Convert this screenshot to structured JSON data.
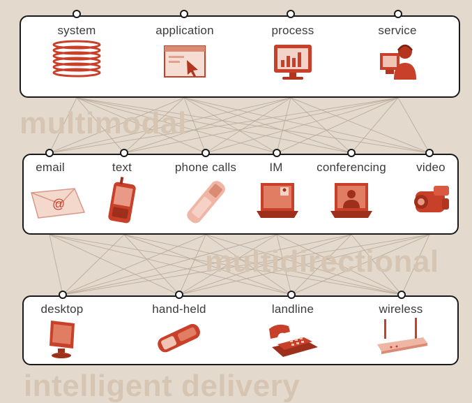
{
  "watermarks": {
    "top": "multimodal",
    "middle": "multidirectional",
    "bottom": "intelligent delivery"
  },
  "rows": {
    "top": [
      "system",
      "application",
      "process",
      "service"
    ],
    "middle": [
      "email",
      "text",
      "phone calls",
      "IM",
      "conferencing",
      "video"
    ],
    "bottom": [
      "desktop",
      "hand-held",
      "landline",
      "wireless"
    ]
  },
  "icons": {
    "top": [
      "server-stack-icon",
      "application-window-icon",
      "process-monitor-icon",
      "service-agent-icon"
    ],
    "middle": [
      "email-envelope-icon",
      "pda-text-icon",
      "mobile-phone-icon",
      "im-laptop-icon",
      "conferencing-laptop-icon",
      "video-camera-icon"
    ],
    "bottom": [
      "desktop-monitor-icon",
      "hand-held-phone-icon",
      "landline-phone-icon",
      "wireless-router-icon"
    ]
  },
  "colors": {
    "background": "#e3dacd",
    "accent": "#c8402a",
    "watermark": "#d7c5b3",
    "network_lines": "#b9a99a"
  }
}
